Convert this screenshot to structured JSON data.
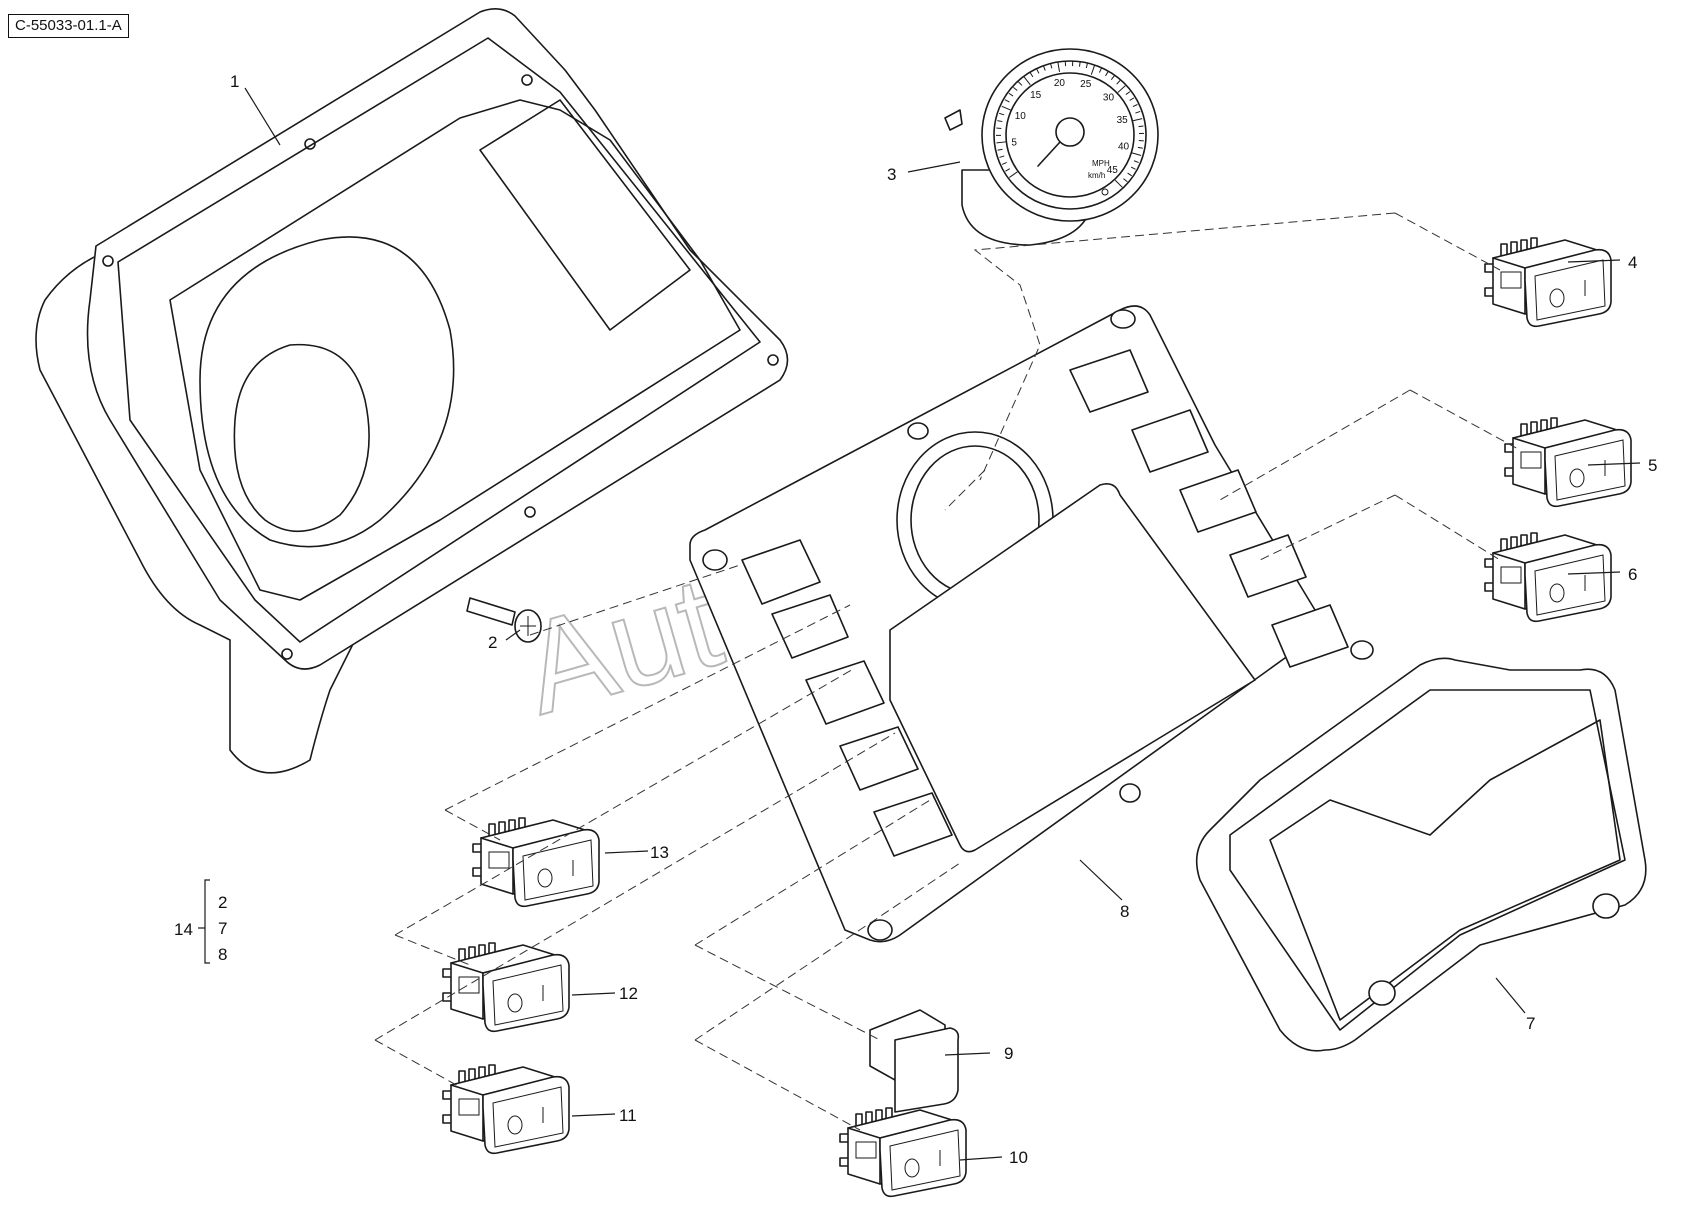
{
  "reference_code": "C-55033-01.1-A",
  "watermark": "AutoSoft",
  "gauge": {
    "scale": [
      "5",
      "10",
      "15",
      "20",
      "25",
      "30",
      "35",
      "40",
      "45"
    ],
    "units": [
      "MPH",
      "km/h"
    ]
  },
  "callouts": [
    {
      "id": "1",
      "label": "1"
    },
    {
      "id": "2",
      "label": "2"
    },
    {
      "id": "3",
      "label": "3"
    },
    {
      "id": "4",
      "label": "4"
    },
    {
      "id": "5",
      "label": "5"
    },
    {
      "id": "6",
      "label": "6"
    },
    {
      "id": "7",
      "label": "7"
    },
    {
      "id": "8",
      "label": "8"
    },
    {
      "id": "9",
      "label": "9"
    },
    {
      "id": "10",
      "label": "10"
    },
    {
      "id": "11",
      "label": "11"
    },
    {
      "id": "12",
      "label": "12"
    },
    {
      "id": "13",
      "label": "13"
    },
    {
      "id": "14",
      "label": "14"
    }
  ],
  "kit": {
    "label": "14",
    "contains": [
      "2",
      "7",
      "8"
    ]
  }
}
